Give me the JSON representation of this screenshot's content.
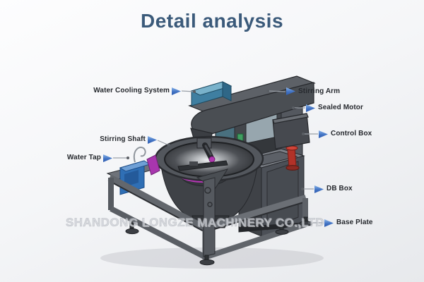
{
  "title": "Detail analysis",
  "watermark": "SHANDONG LONGZE MACHINERY CO.,LTD",
  "labels": [
    {
      "id": "water-cooling-system",
      "text": "Water Cooling System",
      "side": "left"
    },
    {
      "id": "stirring-shaft",
      "text": "Stirring Shaft",
      "side": "left"
    },
    {
      "id": "water-tap",
      "text": "Water Tap",
      "side": "left"
    },
    {
      "id": "stirring-arm",
      "text": "Stirring Arm",
      "side": "right"
    },
    {
      "id": "sealed-motor",
      "text": "Sealed Motor",
      "side": "right"
    },
    {
      "id": "control-box",
      "text": "Control Box",
      "side": "right"
    },
    {
      "id": "db-box",
      "text": "DB Box",
      "side": "right"
    },
    {
      "id": "base-plate",
      "text": "Base Plate",
      "side": "right"
    }
  ],
  "colors": {
    "title_text": "#3b5a7a",
    "label_text": "#26292e",
    "arrow_blue": "#4273c4",
    "leader_line": "#9aa0a8",
    "machine_gray": "#4a4e53",
    "machine_gray_dark": "#33363a",
    "machine_gray_light": "#6b6f75",
    "accent_teal": "#3f7fa1",
    "accent_magenta": "#b136b1",
    "accent_red": "#b23228",
    "accent_blue_tap": "#2f6fb5",
    "accent_green": "#3f9e5f",
    "watermark_text": "#c6c9d0",
    "background_top": "#fcfdfd",
    "background_bottom": "#e8eaed"
  }
}
